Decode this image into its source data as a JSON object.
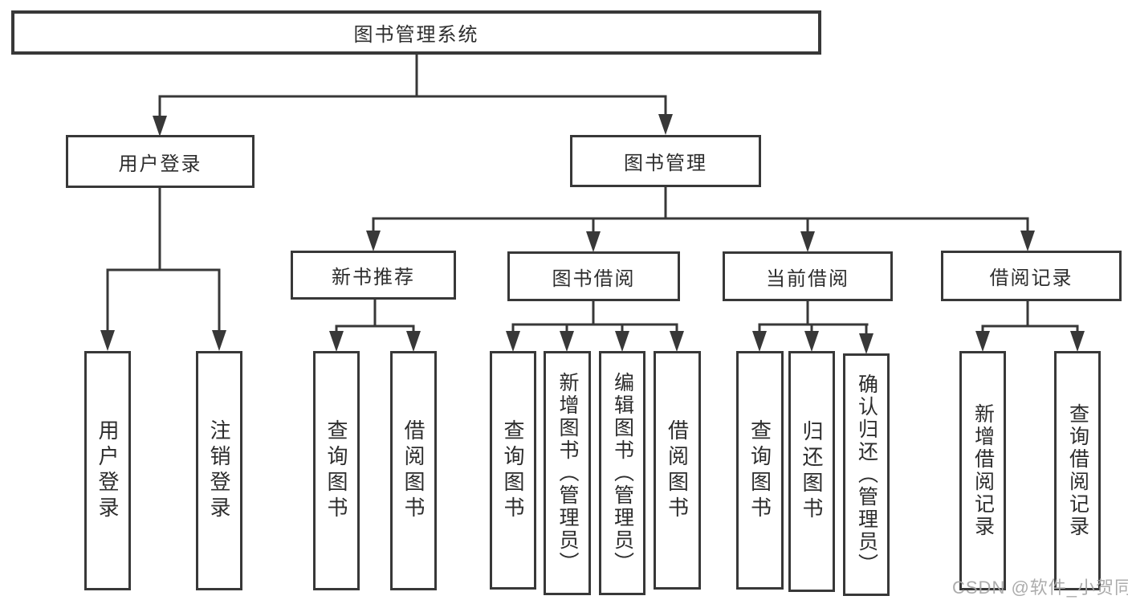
{
  "title": "图书管理系统",
  "tree": {
    "root": {
      "label": "图书管理系统",
      "children": [
        {
          "label": "用户登录",
          "children": [
            {
              "label": "用户登录"
            },
            {
              "label": "注销登录"
            }
          ]
        },
        {
          "label": "图书管理",
          "children": [
            {
              "label": "新书推荐",
              "children": [
                {
                  "label": "查询图书"
                },
                {
                  "label": "借阅图书"
                }
              ]
            },
            {
              "label": "图书借阅",
              "children": [
                {
                  "label": "查询图书"
                },
                {
                  "label": "新增图书（管理员）"
                },
                {
                  "label": "编辑图书（管理员）"
                },
                {
                  "label": "借阅图书"
                }
              ]
            },
            {
              "label": "当前借阅",
              "children": [
                {
                  "label": "查询图书"
                },
                {
                  "label": "归还图书"
                },
                {
                  "label": "确认归还（管理员）"
                }
              ]
            },
            {
              "label": "借阅记录",
              "children": [
                {
                  "label": "新增借阅记录"
                },
                {
                  "label": "查询借阅记录"
                }
              ]
            }
          ]
        }
      ]
    }
  },
  "watermark": {
    "text": "CSDN @软件_小贺同学"
  },
  "colors": {
    "line": "#383838",
    "box_border": "#383838",
    "text": "#2d2d2d",
    "background": "#ffffff",
    "watermark": "#a6a6a6"
  }
}
